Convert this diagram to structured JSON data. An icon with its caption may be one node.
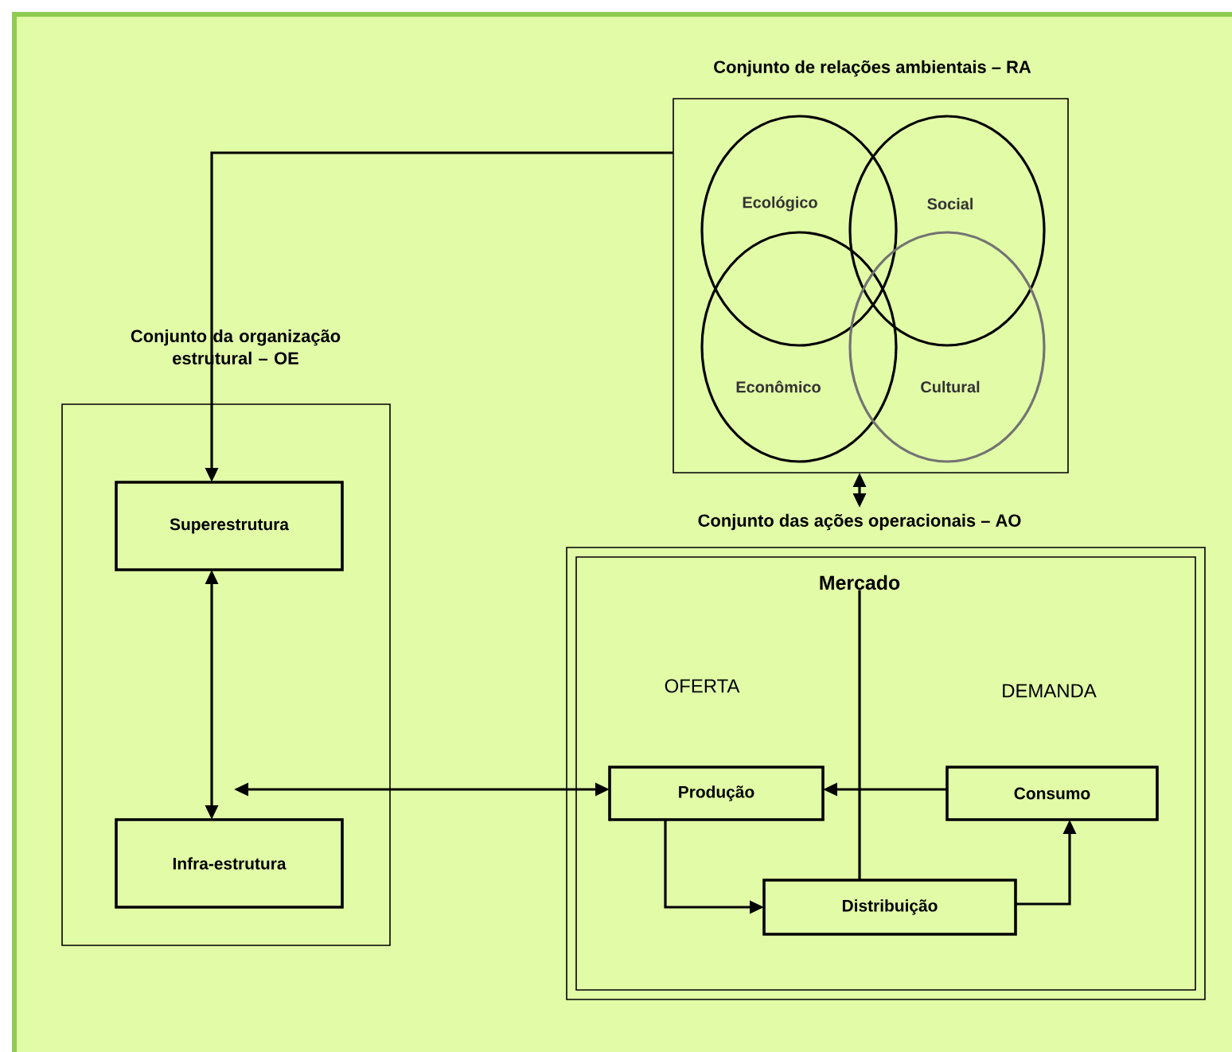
{
  "diagram": {
    "nodes": [
      {
        "text": [
          "Conjunto de relações ambientais – RA"
        ]
      },
      {
        "text": [
          "Ecológico"
        ],
        "in": 0
      },
      {
        "text": [
          "Social"
        ],
        "in": 0
      },
      {
        "text": [
          "Econômico"
        ],
        "in": 0
      },
      {
        "text": [
          "Cultural"
        ],
        "in": 0
      },
      {
        "text": [
          "Conjunto da organização estrutural – OE"
        ]
      },
      {
        "text": [
          "Superestrutura"
        ],
        "in": 5
      },
      {
        "text": [
          "Infra-estrutura"
        ],
        "in": 5
      },
      {
        "text": [
          "Conjunto das ações operacionais – AO"
        ]
      },
      {
        "text": [
          "Mercado"
        ],
        "in": 8
      },
      {
        "text": [
          "Produção"
        ],
        "in": 8
      },
      {
        "text": [
          "Consumo"
        ],
        "in": 8
      },
      {
        "text": [
          "Distribuição"
        ],
        "in": 8
      }
    ],
    "edges": [
      {
        "from": 0,
        "to": 6,
        "arrow": "to"
      },
      {
        "from": 6,
        "to": 7,
        "arrow": "both"
      },
      {
        "from": 7,
        "to": 10,
        "arrow": "both"
      },
      {
        "from": 0,
        "to": 8,
        "arrow": "both"
      },
      {
        "from": 11,
        "to": 10,
        "arrow": "to"
      },
      {
        "from": 10,
        "to": 12,
        "arrow": "to"
      },
      {
        "from": 12,
        "to": 11,
        "arrow": "to"
      },
      {
        "from": 9,
        "to": 12,
        "arrow": "none"
      }
    ],
    "labels": [
      "OFERTA",
      "DEMANDA"
    ]
  }
}
